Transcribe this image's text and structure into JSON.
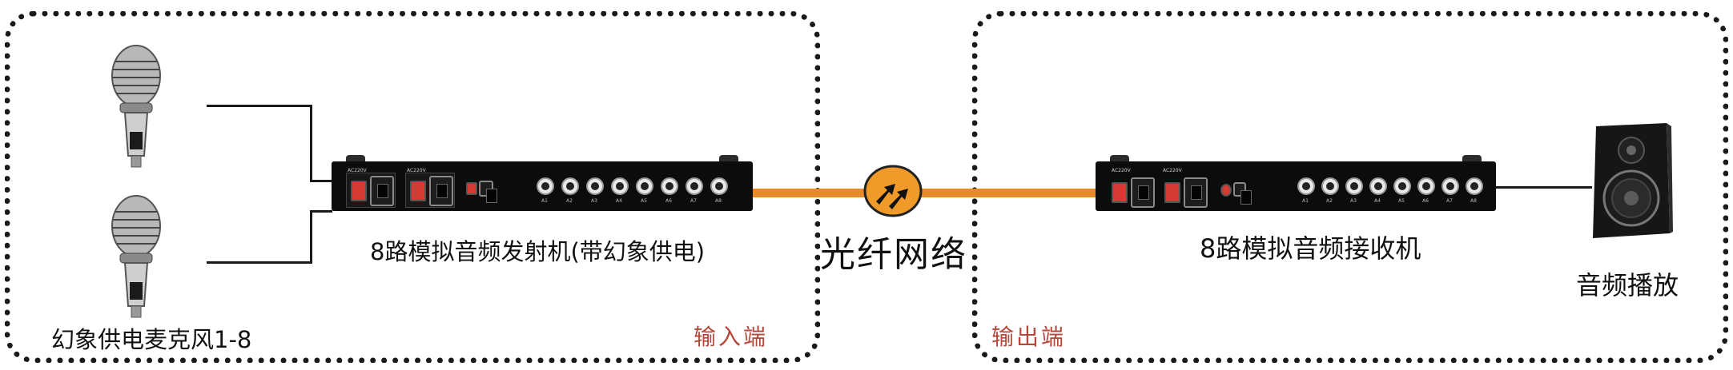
{
  "diagram": {
    "transmitter_label": "8路模拟音频发射机(带幻象供电)",
    "receiver_label": "8路模拟音频接收机",
    "network_label": "光纤网络",
    "mic_label": "幻象供电麦克风1-8",
    "speaker_label": "音频播放",
    "input_zone_label": "输入端",
    "output_zone_label": "输出端",
    "power_text": "AC220V",
    "channels": [
      "A1",
      "A2",
      "A3",
      "A4",
      "A5",
      "A6",
      "A7",
      "A8"
    ],
    "colors": {
      "fiber": "#e8892b",
      "zone_label": "#b5463a",
      "border": "#1a1a1a"
    }
  }
}
